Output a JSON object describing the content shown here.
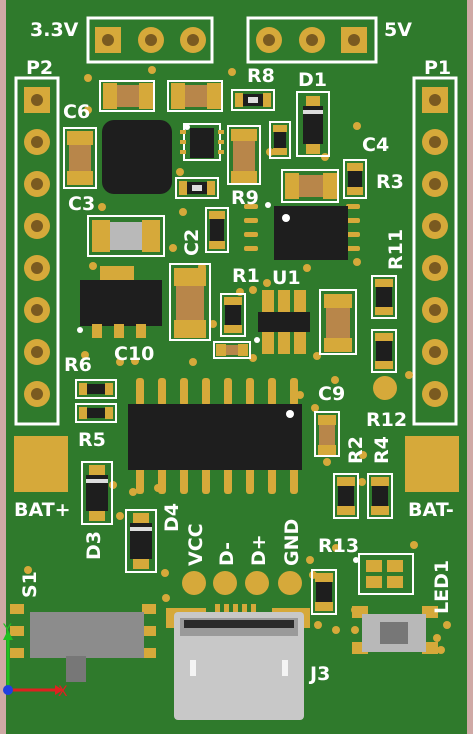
{
  "board": {
    "colors": {
      "background": "#cfa9a5",
      "pcb": "#2f7a2c",
      "silkscreen": "#ffffff",
      "pad_gold": "#d6a93a",
      "ic_black": "#1e1e1e",
      "axis_x": "#e02020",
      "axis_y": "#20c020",
      "axis_z": "#2040e0"
    },
    "labels": {
      "v33": "3.3V",
      "v5": "5V",
      "p1": "P1",
      "p2": "P2",
      "c6": "C6",
      "r8": "R8",
      "d1": "D1",
      "c4": "C4",
      "c3": "C3",
      "r9": "R9",
      "r3": "R3",
      "c2": "C2",
      "r11": "R11",
      "r1": "R1",
      "u1": "U1",
      "c10": "C10",
      "r6": "R6",
      "c9": "C9",
      "r12": "R12",
      "r5": "R5",
      "r2": "R2",
      "r4": "R4",
      "bat_plus": "BAT+",
      "bat_minus": "BAT-",
      "d4": "D4",
      "d3": "D3",
      "vcc": "VCC",
      "d_minus": "D-",
      "d_plus": "D+",
      "gnd": "GND",
      "r13": "R13",
      "led1": "LED1",
      "s1": "S1",
      "j3": "J3",
      "axis_x": "X",
      "axis_y": "Y"
    }
  }
}
